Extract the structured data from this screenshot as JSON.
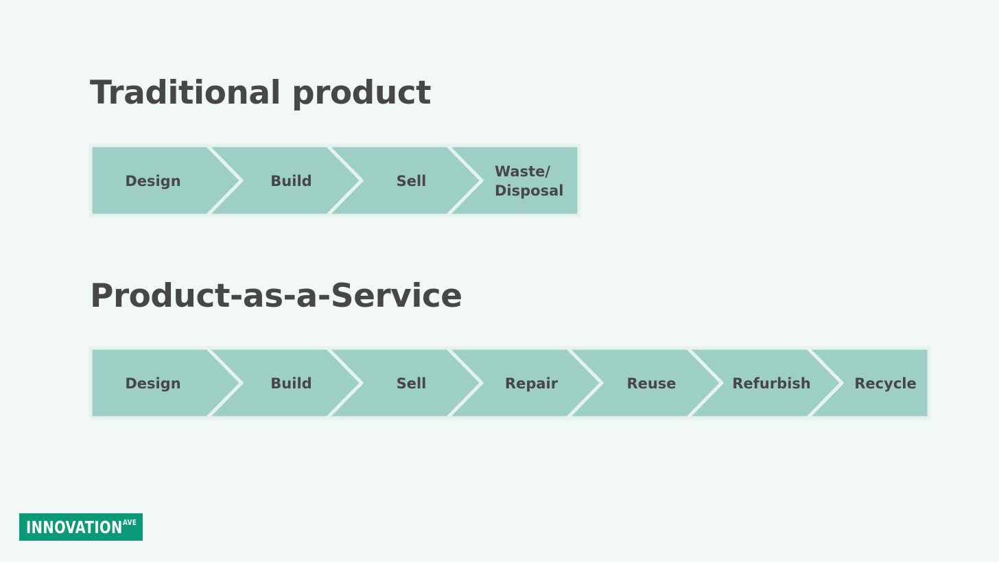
{
  "sections": [
    {
      "title": "Traditional product",
      "steps": [
        {
          "label": [
            "Design"
          ]
        },
        {
          "label": [
            "Build"
          ]
        },
        {
          "label": [
            "Sell"
          ]
        },
        {
          "label": [
            "Waste/",
            "Disposal"
          ]
        }
      ]
    },
    {
      "title": "Product-as-a-Service",
      "steps": [
        {
          "label": [
            "Design"
          ]
        },
        {
          "label": [
            "Build"
          ]
        },
        {
          "label": [
            "Sell"
          ]
        },
        {
          "label": [
            "Repair"
          ]
        },
        {
          "label": [
            "Reuse"
          ]
        },
        {
          "label": [
            "Refurbish"
          ]
        },
        {
          "label": [
            "Recycle"
          ]
        }
      ]
    }
  ],
  "logo": {
    "main": "INNOVATION",
    "superscript": "AVE"
  },
  "colors": {
    "background": "#f1f8f5",
    "chevron_fill": "#9ecfc4",
    "text": "#474747",
    "logo_background": "#0b9a78"
  }
}
